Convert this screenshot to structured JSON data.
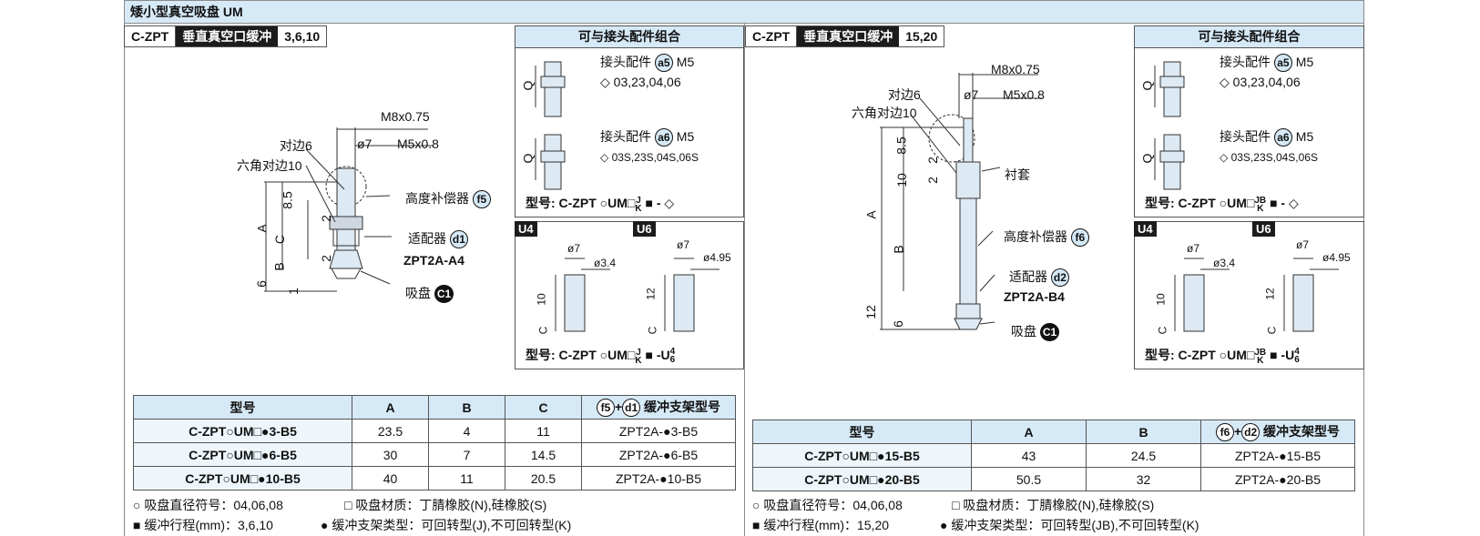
{
  "page_title": "矮小型真空吸盘 UM",
  "left": {
    "header": {
      "prefix": "C-ZPT",
      "name": "垂直真空口缓冲",
      "sizes": "3,6,10"
    },
    "diagram": {
      "m8": "M8x0.75",
      "phi7": "ø7",
      "m5": "M5x0.8",
      "duibian": "对边6",
      "hex": "六角对边10",
      "comp": "高度补偿器",
      "comp_code": "f5",
      "adapter": "适配器",
      "adapter_code": "d1",
      "adapter_model": "ZPT2A-A4",
      "pad": "吸盘",
      "pad_code": "C1",
      "dim_a": "A",
      "dim_c": "C",
      "dim_b": "B",
      "d85": "8.5",
      "d2a": "2",
      "d2b": "2",
      "d6": "6",
      "d1": "1"
    },
    "fit_box": {
      "title": "可与接头配件组合",
      "a5_label": "接头配件",
      "a5_code": "a5",
      "a5_thread": "M5",
      "a5_list": "03,23,04,06",
      "a6_label": "接头配件",
      "a6_code": "a6",
      "a6_thread": "M5",
      "a6_list": "03S,23S,04S,06S",
      "q": "Q",
      "model_label": "型号: C-ZPT",
      "model_um": "UM",
      "model_j": "J",
      "model_k": "K",
      "model_tail": "-"
    },
    "u_box": {
      "u4": "U4",
      "u6": "U6",
      "phi7a": "ø7",
      "phi34": "ø3.4",
      "phi7b": "ø7",
      "phi495": "ø4.95",
      "d10": "10",
      "d12": "12",
      "c": "C",
      "model_label": "型号: C-ZPT",
      "model_um": "UM",
      "model_j": "J",
      "model_k": "K",
      "model_tail": "-U",
      "n4": "4",
      "n6": "6"
    },
    "table": {
      "headers": [
        "型号",
        "A",
        "B",
        "C"
      ],
      "last_header_a": "f5",
      "last_header_b": "d1",
      "last_header_text": "缓冲支架型号",
      "rows": [
        {
          "model_pre": "C-ZPT",
          "model_um": "UM",
          "model_suf": "3-B5",
          "a": "23.5",
          "b": "4",
          "c": "11",
          "bracket_pre": "ZPT2A-",
          "bracket_suf": "3-B5"
        },
        {
          "model_pre": "C-ZPT",
          "model_um": "UM",
          "model_suf": "6-B5",
          "a": "30",
          "b": "7",
          "c": "14.5",
          "bracket_pre": "ZPT2A-",
          "bracket_suf": "6-B5"
        },
        {
          "model_pre": "C-ZPT",
          "model_um": "UM",
          "model_suf": "10-B5",
          "a": "40",
          "b": "11",
          "c": "20.5",
          "bracket_pre": "ZPT2A-",
          "bracket_suf": "10-B5"
        }
      ]
    },
    "notes": {
      "n1": "吸盘直径符号：04,06,08",
      "n2": "吸盘材质：丁腈橡胶(N),硅橡胶(S)",
      "n3": "缓冲行程(mm)：3,6,10",
      "n4": "缓冲支架类型：可回转型(J),不可回转型(K)"
    }
  },
  "right": {
    "header": {
      "prefix": "C-ZPT",
      "name": "垂直真空口缓冲",
      "sizes": "15,20"
    },
    "diagram": {
      "m8": "M8x0.75",
      "phi7": "ø7",
      "m5": "M5x0.8",
      "duibian": "对边6",
      "hex": "六角对边10",
      "sleeve": "衬套",
      "comp": "高度补偿器",
      "comp_code": "f6",
      "adapter": "适配器",
      "adapter_code": "d2",
      "adapter_model": "ZPT2A-B4",
      "pad": "吸盘",
      "pad_code": "C1",
      "dim_a": "A",
      "dim_b": "B",
      "d85": "8.5",
      "d2a": "2",
      "d10": "10",
      "d2b": "2",
      "d12": "12",
      "d6": "6"
    },
    "fit_box": {
      "title": "可与接头配件组合",
      "a5_label": "接头配件",
      "a5_code": "a5",
      "a5_thread": "M5",
      "a5_list": "03,23,04,06",
      "a6_label": "接头配件",
      "a6_code": "a6",
      "a6_thread": "M5",
      "a6_list": "03S,23S,04S,06S",
      "q": "Q",
      "model_label": "型号: C-ZPT",
      "model_um": "UM",
      "model_j": "JB",
      "model_k": "K",
      "model_tail": "-"
    },
    "u_box": {
      "u4": "U4",
      "u6": "U6",
      "phi7a": "ø7",
      "phi34": "ø3.4",
      "phi7b": "ø7",
      "phi495": "ø4.95",
      "d10": "10",
      "d12": "12",
      "c": "C",
      "model_label": "型号: C-ZPT",
      "model_um": "UM",
      "model_j": "JB",
      "model_k": "K",
      "model_tail": "-U",
      "n4": "4",
      "n6": "6"
    },
    "table": {
      "headers": [
        "型号",
        "A",
        "B"
      ],
      "last_header_a": "f6",
      "last_header_b": "d2",
      "last_header_text": "缓冲支架型号",
      "rows": [
        {
          "model_pre": "C-ZPT",
          "model_um": "UM",
          "model_suf": "15-B5",
          "a": "43",
          "b": "24.5",
          "bracket_pre": "ZPT2A-",
          "bracket_suf": "15-B5"
        },
        {
          "model_pre": "C-ZPT",
          "model_um": "UM",
          "model_suf": "20-B5",
          "a": "50.5",
          "b": "32",
          "bracket_pre": "ZPT2A-",
          "bracket_suf": "20-B5"
        }
      ]
    },
    "notes": {
      "n1": "吸盘直径符号：04,06,08",
      "n2": "吸盘材质：丁腈橡胶(N),硅橡胶(S)",
      "n3": "缓冲行程(mm)：15,20",
      "n4": "缓冲支架类型：可回转型(JB),不可回转型(K)"
    }
  },
  "colors": {
    "header_bg": "#d6e9f6",
    "border": "#555555",
    "dark": "#1c1c1c"
  }
}
